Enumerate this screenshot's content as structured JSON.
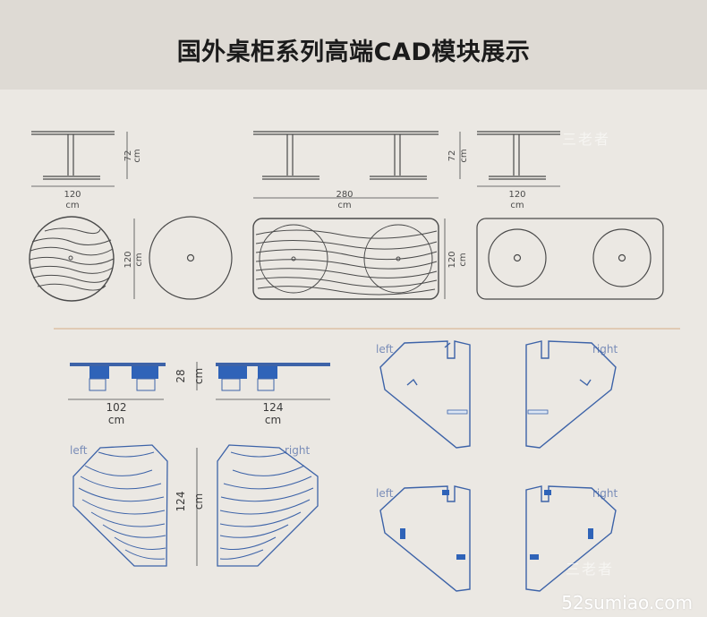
{
  "page": {
    "title": "国外桌柜系列高端CAD模块展示",
    "watermark": "52sumiao.com",
    "ghost_mark": "三老者"
  },
  "colors": {
    "line_dark": "#4a4a4a",
    "line_blue": "#3d63a8",
    "fill_blue": "#2f63b8",
    "divider": "#d9b998"
  },
  "top_section": {
    "elevations": [
      {
        "width": "120",
        "width_unit": "cm",
        "height": "72",
        "height_unit": "cm"
      },
      {
        "width": "280",
        "width_unit": "cm"
      },
      {
        "width": "120",
        "width_unit": "cm",
        "height": "72",
        "height_unit": "cm"
      }
    ],
    "plans": [
      {
        "depth": "120",
        "depth_unit": "cm"
      },
      {
        "depth": "120",
        "depth_unit": "cm"
      },
      {
        "depth": "120",
        "depth_unit": "cm"
      }
    ]
  },
  "bottom_section": {
    "elevations": [
      {
        "width": "102",
        "width_unit": "cm",
        "height": "28",
        "height_unit": "cm"
      },
      {
        "width": "124",
        "width_unit": "cm"
      }
    ],
    "plan_depth": "124",
    "plan_depth_unit": "cm",
    "side_labels": {
      "left": "left",
      "right": "right"
    }
  }
}
